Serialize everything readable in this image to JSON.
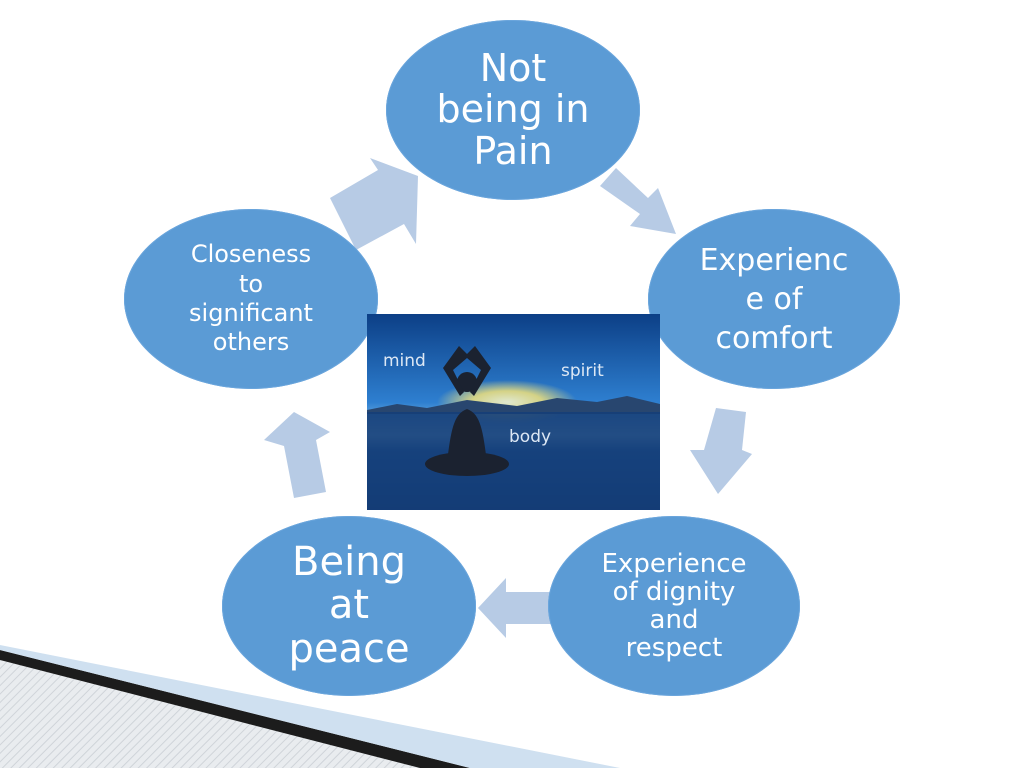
{
  "diagram": {
    "nodes": {
      "top": "Not\nbeing in\nPain",
      "right": "Experienc\ne of\ncomfort",
      "bottom_right": "Experience\nof dignity\nand\nrespect",
      "bottom_left": "Being\nat\npeace",
      "left": "Closeness\nto\nsignificant\nothers"
    },
    "image": {
      "labels": {
        "mind": "mind",
        "spirit": "spirit",
        "body": "body"
      }
    },
    "colors": {
      "node_fill": "#5b9bd5",
      "arrow_fill": "#b7cbe5",
      "text": "#ffffff"
    }
  }
}
